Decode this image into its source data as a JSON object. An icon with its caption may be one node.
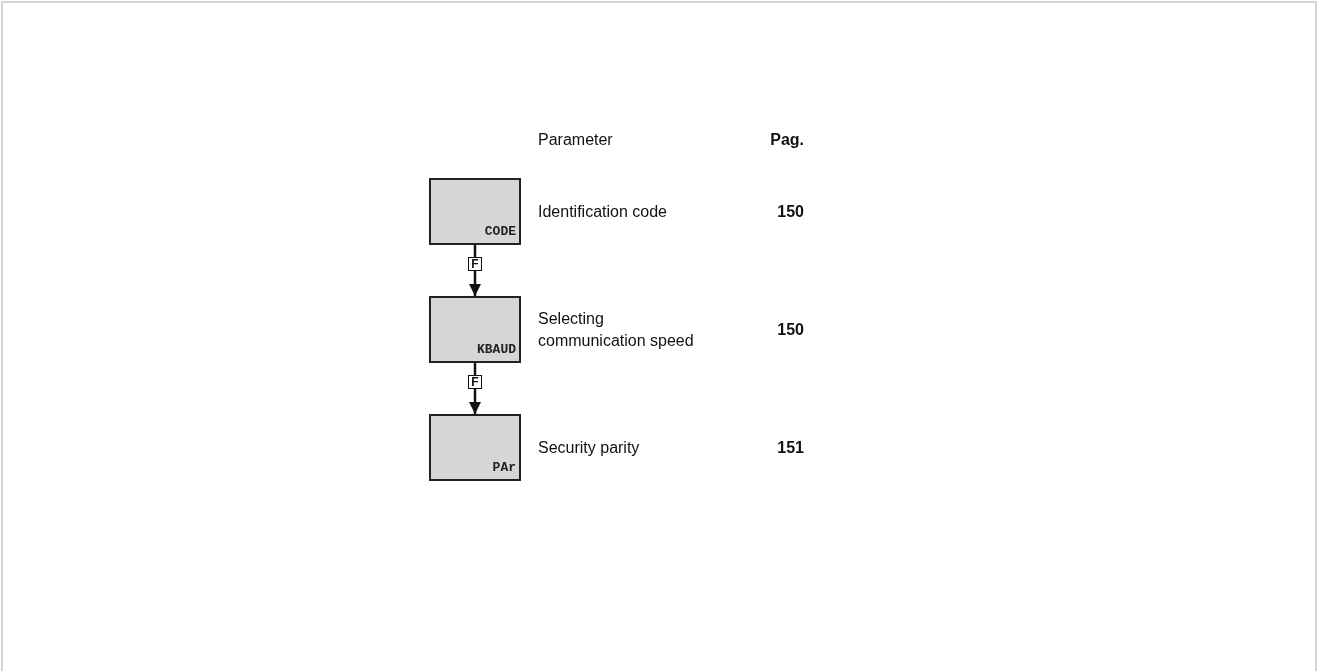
{
  "diagram": {
    "nodes": [
      {
        "text": [
          "CODE"
        ],
        "beside": [
          "Identification code"
        ]
      },
      {
        "text": [
          "KBAUD"
        ],
        "beside": [
          "Selecting communication speed"
        ]
      },
      {
        "text": [
          "PAr"
        ],
        "beside": [
          "Security parity"
        ]
      }
    ],
    "edges": [
      {
        "from": 0,
        "to": 1,
        "arrow": "to",
        "label": "F"
      },
      {
        "from": 1,
        "to": 2,
        "arrow": "to",
        "label": "F"
      }
    ],
    "labels": [
      "Parameter",
      "Pag.",
      "150",
      "150",
      "151"
    ]
  }
}
